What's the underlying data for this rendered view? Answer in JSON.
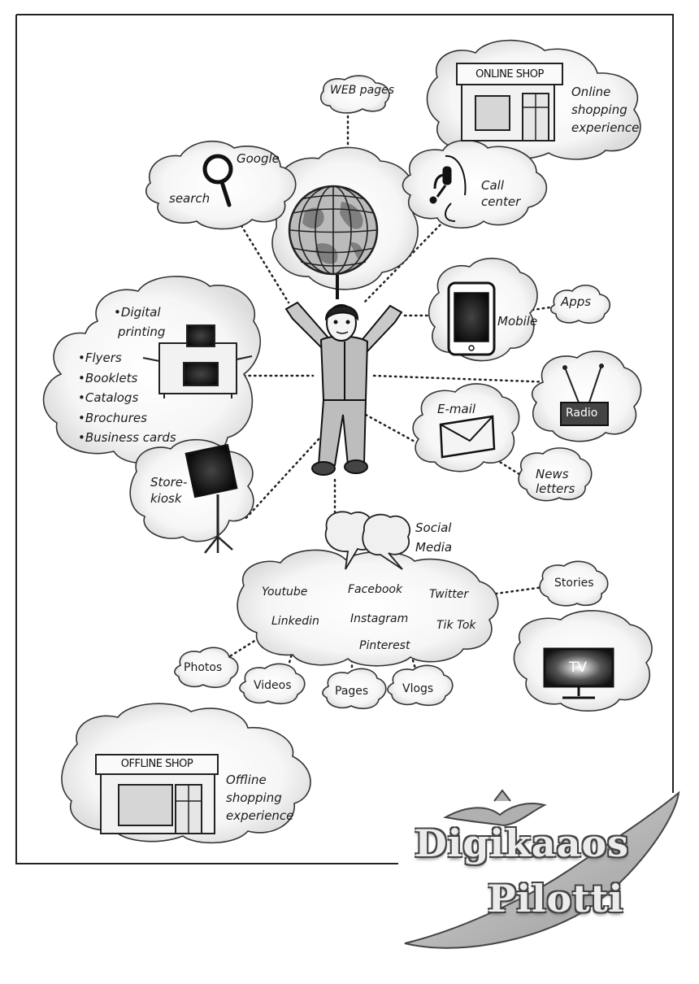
{
  "web": {
    "label": "WEB pages"
  },
  "google": {
    "label": "Google",
    "search_label": "search"
  },
  "online_shop": {
    "sign": "ONLINE SHOP",
    "caption": [
      "Online",
      "shopping",
      "experience"
    ]
  },
  "call_center": {
    "label": [
      "Call",
      "center"
    ]
  },
  "mobile": {
    "label": "Mobile",
    "apps": "Apps"
  },
  "printing": {
    "title": [
      "•Digital",
      "printing"
    ],
    "items": [
      "•Flyers",
      "•Booklets",
      "•Catalogs",
      "•Brochures",
      "•Business cards"
    ]
  },
  "radio": {
    "label": "Radio"
  },
  "email": {
    "label": "E-mail",
    "newsletters": [
      "News",
      "letters"
    ]
  },
  "kiosk": {
    "label": [
      "Store-",
      "kiosk"
    ]
  },
  "social_media": {
    "label": [
      "Social",
      "Media"
    ],
    "platforms": [
      "Youtube",
      "Facebook",
      "Twitter",
      "Linkedin",
      "Instagram",
      "Tik Tok",
      "Pinterest"
    ],
    "stories": "Stories",
    "content": [
      "Photos",
      "Videos",
      "Pages",
      "Vlogs"
    ]
  },
  "tv": {
    "label": "TV"
  },
  "offline_shop": {
    "sign": "OFFLINE SHOP",
    "caption": [
      "Offline",
      "shopping",
      "experience"
    ]
  },
  "logo": {
    "line1": "Digikaaos",
    "line2": "Pilotti"
  }
}
